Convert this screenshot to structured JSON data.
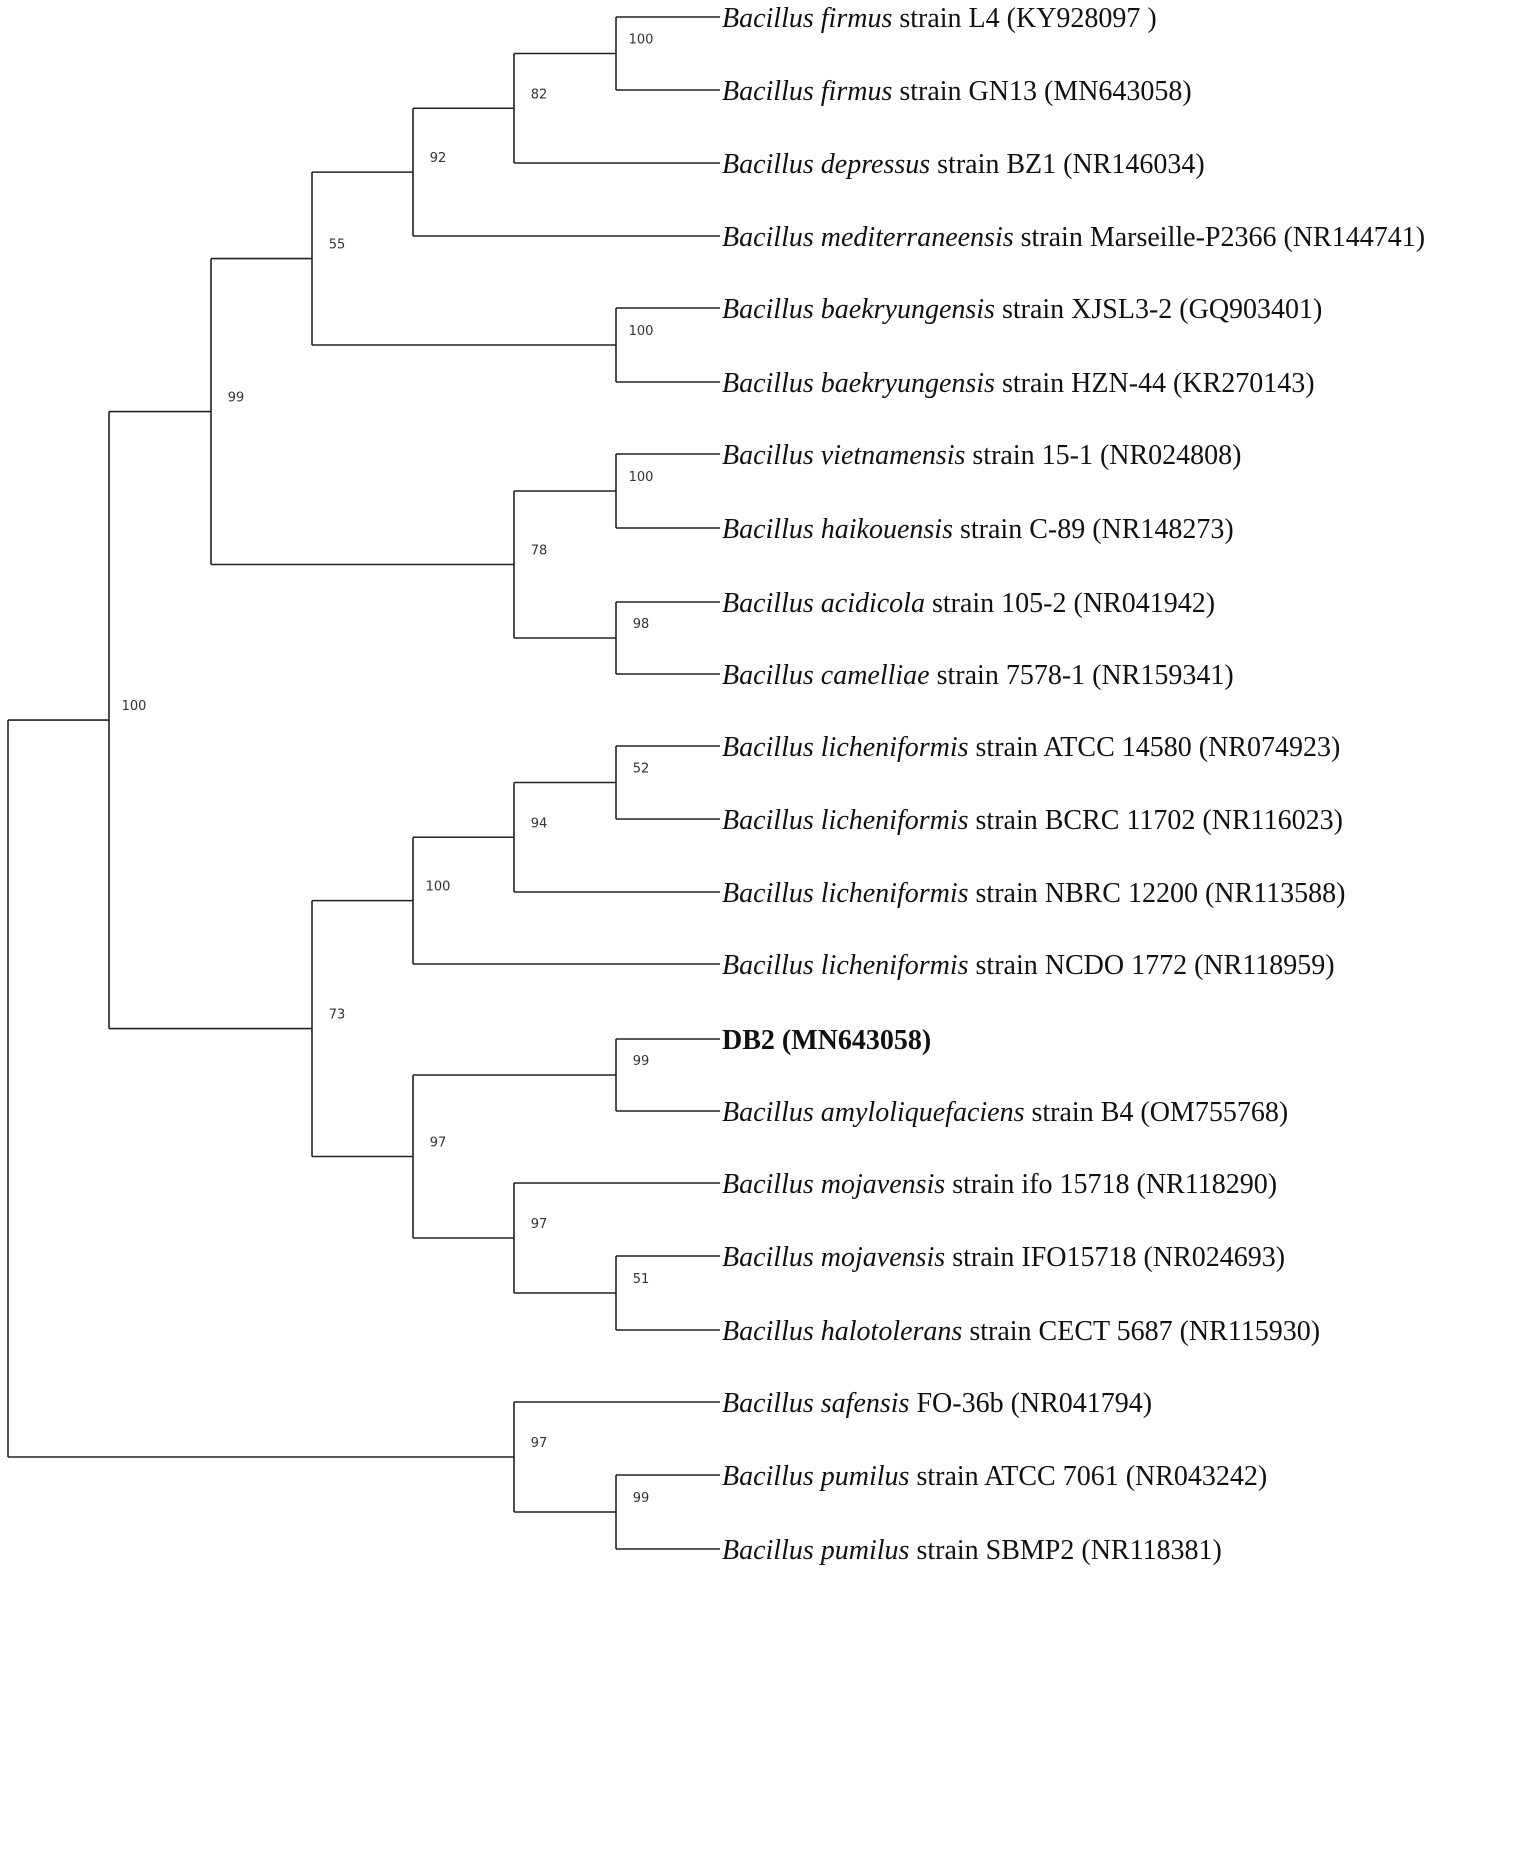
{
  "tree": {
    "line_color": "#222222",
    "leaves": [
      {
        "species": "Bacillus firmus",
        "rest": " strain L4  (KY928097 )"
      },
      {
        "species": "Bacillus firmus",
        "rest": " strain GN13  (MN643058)"
      },
      {
        "species": "Bacillus depressus",
        "rest": " strain BZ1  (NR146034)"
      },
      {
        "species": "Bacillus mediterraneensis",
        "rest": " strain Marseille-P2366 (NR144741)"
      },
      {
        "species": "Bacillus baekryungensis",
        "rest": " strain XJSL3-2 (GQ903401)"
      },
      {
        "species": "Bacillus baekryungensis",
        "rest": " strain HZN-44 (KR270143)"
      },
      {
        "species": "Bacillus vietnamensis",
        "rest": " strain 15-1 (NR024808)"
      },
      {
        "species": "Bacillus haikouensis",
        "rest": " strain C-89 (NR148273)"
      },
      {
        "species": "Bacillus acidicola",
        "rest": " strain 105-2 (NR041942)"
      },
      {
        "species": "Bacillus camelliae",
        "rest": " strain 7578-1 (NR159341)"
      },
      {
        "species": "Bacillus licheniformis",
        "rest": " strain ATCC 14580 (NR074923)"
      },
      {
        "species": "Bacillus licheniformis",
        "rest": " strain BCRC 11702 (NR116023)"
      },
      {
        "species": "Bacillus licheniformis",
        "rest": " strain NBRC 12200 (NR113588)"
      },
      {
        "species": "Bacillus licheniformis",
        "rest": " strain NCDO 1772 (NR118959)"
      },
      {
        "species": "",
        "rest": "DB2 (MN643058)",
        "bold": true
      },
      {
        "species": "Bacillus amyloliquefaciens",
        "rest": " strain B4 (OM755768)"
      },
      {
        "species": "Bacillus mojavensis",
        "rest": " strain ifo 15718 (NR118290)"
      },
      {
        "species": "Bacillus mojavensis",
        "rest": " strain IFO15718 (NR024693)"
      },
      {
        "species": "Bacillus halotolerans",
        "rest": " strain CECT 5687 (NR115930)"
      },
      {
        "species": "Bacillus safensis",
        "rest": " FO-36b (NR041794)"
      },
      {
        "species": "Bacillus pumilus",
        "rest": " strain ATCC 7061 (NR043242)"
      },
      {
        "species": "Bacillus pumilus",
        "rest": " strain SBMP2 (NR118381)"
      }
    ],
    "nodes": [
      {
        "id": "n1",
        "children": [
          "L0",
          "L1"
        ],
        "support": "100"
      },
      {
        "id": "n2",
        "children": [
          "n1",
          "L2"
        ],
        "support": "82"
      },
      {
        "id": "n3",
        "children": [
          "n2",
          "L3"
        ],
        "support": "92"
      },
      {
        "id": "n4",
        "children": [
          "L4",
          "L5"
        ],
        "support": "100"
      },
      {
        "id": "n5",
        "children": [
          "n3",
          "n4"
        ],
        "support": "55"
      },
      {
        "id": "n6",
        "children": [
          "L6",
          "L7"
        ],
        "support": "100"
      },
      {
        "id": "n7",
        "children": [
          "L8",
          "L9"
        ],
        "support": "98"
      },
      {
        "id": "n8",
        "children": [
          "n6",
          "n7"
        ],
        "support": "78"
      },
      {
        "id": "n9",
        "children": [
          "n5",
          "n8"
        ],
        "support": "99"
      },
      {
        "id": "n10",
        "children": [
          "L10",
          "L11"
        ],
        "support": "52"
      },
      {
        "id": "n11",
        "children": [
          "n10",
          "L12"
        ],
        "support": "94"
      },
      {
        "id": "n12",
        "children": [
          "n11",
          "L13"
        ],
        "support": "100"
      },
      {
        "id": "n13",
        "children": [
          "L14",
          "L15"
        ],
        "support": "99"
      },
      {
        "id": "n14",
        "children": [
          "L17",
          "L18"
        ],
        "support": "51"
      },
      {
        "id": "n15",
        "children": [
          "L16",
          "n14"
        ],
        "support": "97"
      },
      {
        "id": "n16",
        "children": [
          "n13",
          "n15"
        ],
        "support": "97"
      },
      {
        "id": "n17",
        "children": [
          "n12",
          "n16"
        ],
        "support": "73"
      },
      {
        "id": "n18",
        "children": [
          "n9",
          "n17"
        ],
        "support": "100"
      },
      {
        "id": "n19",
        "children": [
          "L20",
          "L21"
        ],
        "support": "99"
      },
      {
        "id": "n20",
        "children": [
          "L19",
          "n19"
        ],
        "support": "97"
      },
      {
        "id": "n21",
        "children": [
          "n18",
          "n20"
        ],
        "support": ""
      }
    ]
  }
}
